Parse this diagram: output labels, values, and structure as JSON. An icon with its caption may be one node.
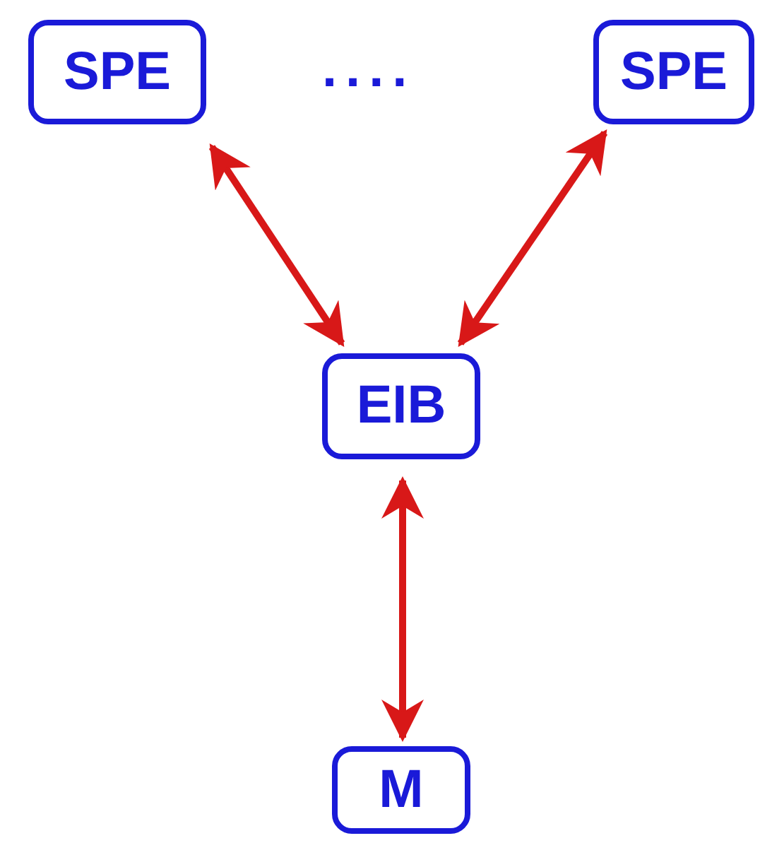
{
  "diagram": {
    "nodes": [
      {
        "text": [
          "SPE"
        ]
      },
      {
        "text": [
          "SPE"
        ]
      },
      {
        "text": [
          "EIB"
        ]
      },
      {
        "text": [
          "M"
        ]
      }
    ],
    "edges": [
      {
        "from": 0,
        "to": 2,
        "arrow": "both"
      },
      {
        "from": 1,
        "to": 2,
        "arrow": "both"
      },
      {
        "from": 2,
        "to": 3,
        "arrow": "both"
      }
    ],
    "labels": [
      "...."
    ]
  }
}
